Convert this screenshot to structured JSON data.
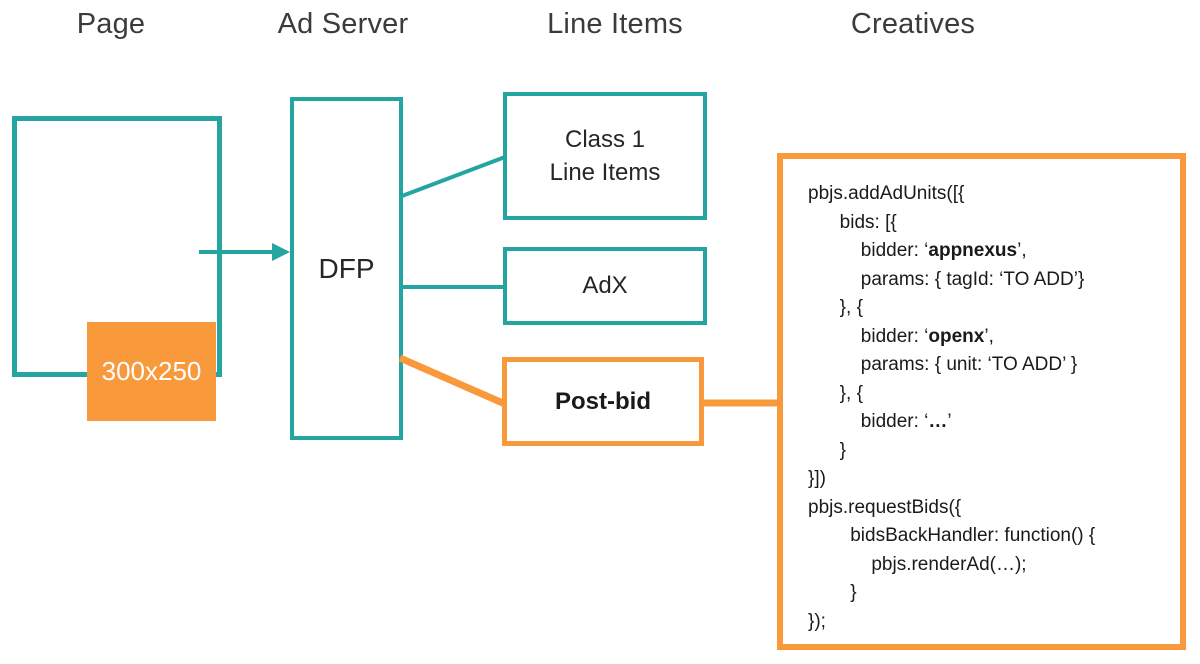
{
  "headers": [
    {
      "label": "Page"
    },
    {
      "label": "Ad Server"
    },
    {
      "label": "Line Items"
    },
    {
      "label": "Creatives"
    }
  ],
  "page": {
    "ad_slot_label": "300x250"
  },
  "ad_server": {
    "dfp_label": "DFP"
  },
  "line_items": {
    "class1_line1": "Class 1",
    "class1_line2": "Line Items",
    "adx_label": "AdX",
    "postbid_label": "Post-bid"
  },
  "creatives": {
    "code_lines": [
      {
        "segments": [
          {
            "text": "pbjs.addAdUnits([{",
            "bold": false
          }
        ]
      },
      {
        "segments": [
          {
            "text": "      bids: [{",
            "bold": false
          }
        ]
      },
      {
        "segments": [
          {
            "text": "          bidder: ‘",
            "bold": false
          },
          {
            "text": "appnexus",
            "bold": true
          },
          {
            "text": "’,",
            "bold": false
          }
        ]
      },
      {
        "segments": [
          {
            "text": "          params: { tagId: ‘TO ADD’}",
            "bold": false
          }
        ]
      },
      {
        "segments": [
          {
            "text": "      }, {",
            "bold": false
          }
        ]
      },
      {
        "segments": [
          {
            "text": "          bidder: ‘",
            "bold": false
          },
          {
            "text": "openx",
            "bold": true
          },
          {
            "text": "’,",
            "bold": false
          }
        ]
      },
      {
        "segments": [
          {
            "text": "          params: { unit: ‘TO ADD’ }",
            "bold": false
          }
        ]
      },
      {
        "segments": [
          {
            "text": "      }, {",
            "bold": false
          }
        ]
      },
      {
        "segments": [
          {
            "text": "          bidder: ‘",
            "bold": false
          },
          {
            "text": "…",
            "bold": true
          },
          {
            "text": "’",
            "bold": false
          }
        ]
      },
      {
        "segments": [
          {
            "text": "      }",
            "bold": false
          }
        ]
      },
      {
        "segments": [
          {
            "text": "}])",
            "bold": false
          }
        ]
      },
      {
        "segments": [
          {
            "text": "pbjs.requestBids({",
            "bold": false
          }
        ]
      },
      {
        "segments": [
          {
            "text": "        bidsBackHandler: function() {",
            "bold": false
          }
        ]
      },
      {
        "segments": [
          {
            "text": "            pbjs.renderAd(…);",
            "bold": false
          }
        ]
      },
      {
        "segments": [
          {
            "text": "        }",
            "bold": false
          }
        ]
      },
      {
        "segments": [
          {
            "text": "});",
            "bold": false
          }
        ]
      }
    ]
  },
  "colors": {
    "teal": "#25a5a2",
    "orange": "#f8993c",
    "header_text": "#3b3b3b",
    "box_text": "#262626",
    "ad_slot_text": "#ffffff"
  }
}
